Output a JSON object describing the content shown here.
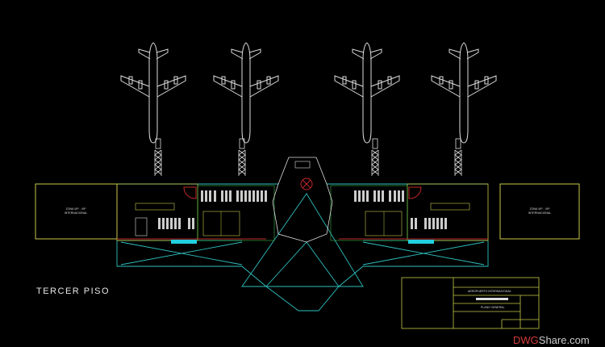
{
  "drawing": {
    "floor_label": "TERCER PISO",
    "vip_zone_left": [
      "ZONA VIP - VIP",
      "INTERNACIONAL"
    ],
    "vip_zone_right": [
      "ZONA VIP - VIP",
      "INTERNACIONAL"
    ],
    "title_block": {
      "project": "AEROPUERTO INTERNACIONAL",
      "sheet": "PLANO GENERAL"
    },
    "watermark": {
      "brand": "DWG",
      "suffix": "Share.com"
    },
    "colors": {
      "background": "#000000",
      "outline_cyan": "#2fbfbf",
      "walls_yellow": "#c8c84a",
      "wall_red": "#c0282a",
      "white": "#e0e0e0",
      "green": "#3cb34a"
    }
  }
}
